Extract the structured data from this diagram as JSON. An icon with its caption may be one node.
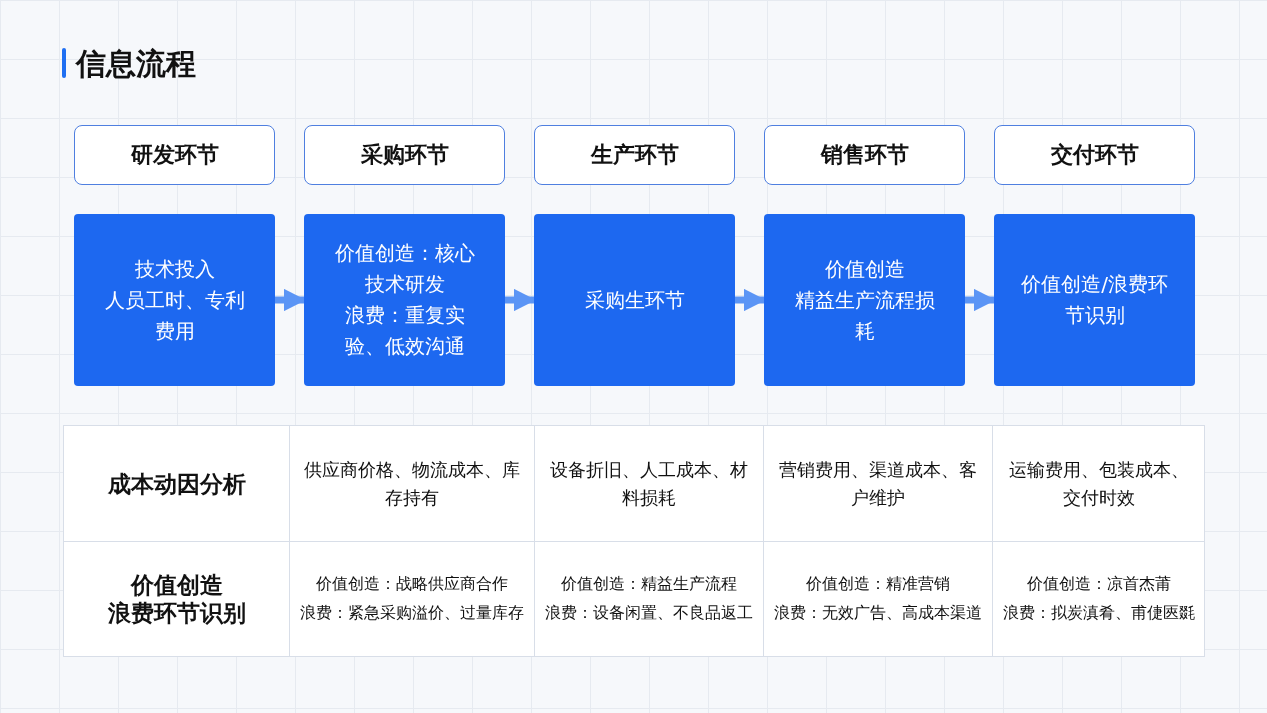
{
  "diagram": {
    "title": "信息流程",
    "nodes": [
      {
        "text": [
          "研发环节"
        ]
      },
      {
        "text": [
          "采购环节"
        ]
      },
      {
        "text": [
          "生产环节"
        ]
      },
      {
        "text": [
          "销售环节"
        ]
      },
      {
        "text": [
          "交付环节"
        ]
      },
      {
        "text": [
          "技术投入",
          "人员工时、专利费用"
        ]
      },
      {
        "text": [
          "价值创造：核心技术研发",
          "浪费：重复实验、低效沟通"
        ]
      },
      {
        "text": [
          "采购生环节"
        ]
      },
      {
        "text": [
          "价值创造",
          "精益生产流程损耗"
        ]
      },
      {
        "text": [
          "价值创造/浪费环节识别"
        ]
      }
    ],
    "edges": [
      {
        "from": 5,
        "to": 6,
        "arrow": "to"
      },
      {
        "from": 6,
        "to": 7,
        "arrow": "to"
      },
      {
        "from": 7,
        "to": 8,
        "arrow": "to"
      },
      {
        "from": 8,
        "to": 9,
        "arrow": "to"
      }
    ],
    "labels": [
      "成本动因分析",
      "供应商价格、物流成本、库存持有",
      "设备折旧、人工成本、材料损耗",
      "营销费用、渠道成本、客户维护",
      "运输费用、包装成本、交付时效",
      "价值创造",
      "浪费环节识别",
      "价值创造：战略供应商合作",
      "浪费：紧急采购溢价、过量库存",
      "价值创造：精益生产流程",
      "浪费：设备闲置、不良品返工",
      "价值创造：精准营销",
      "浪费：无效广告、高成本渠道",
      "价值创造：凉首杰莆",
      "浪费：拟炭滇肴、甫倢匧毲"
    ]
  }
}
